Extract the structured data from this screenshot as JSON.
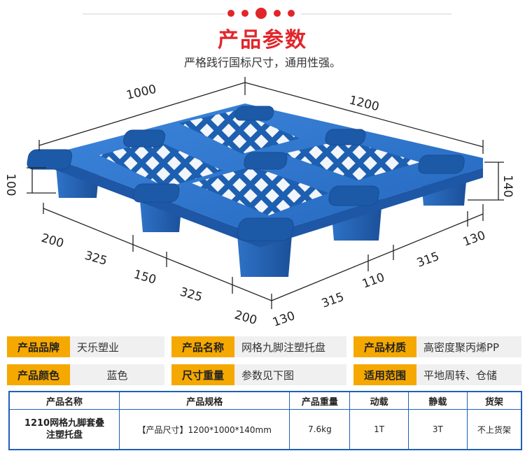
{
  "header": {
    "title": "产品参数",
    "subtitle": "严格践行国标尺寸，通用性强。",
    "accent_color": "#e0262b"
  },
  "drawing": {
    "pallet_color": "#2f77d0",
    "dimensions": {
      "width_top_left": "1000",
      "length_top_right": "1200",
      "height_left": "100",
      "height_right": "140",
      "bottom_left_segments": [
        "200",
        "325",
        "150",
        "325",
        "200"
      ],
      "bottom_right_segments": [
        "130",
        "315",
        "110",
        "315",
        "130"
      ]
    }
  },
  "specs": {
    "brand_label": "产品品牌",
    "brand_value": "天乐塑业",
    "name_label": "产品名称",
    "name_value": "网格九脚注塑托盘",
    "material_label": "产品材质",
    "material_value": "高密度聚丙烯PP",
    "color_label": "产品颜色",
    "color_value": "蓝色",
    "size_label": "尺寸重量",
    "size_value": "参数见下图",
    "usage_label": "适用范围",
    "usage_value": "平地周转、仓储"
  },
  "table": {
    "headers": [
      "产品名称",
      "产品规格",
      "产品重量",
      "动载",
      "静载",
      "货架"
    ],
    "row": {
      "name_line1": "1210网格九脚套叠",
      "name_line2": "注塑托盘",
      "spec": "【产品尺寸】1200*1000*140mm",
      "weight": "7.6kg",
      "dynamic_load": "1T",
      "static_load": "3T",
      "rack": "不上货架"
    },
    "border_color": "#1f5fb7"
  }
}
